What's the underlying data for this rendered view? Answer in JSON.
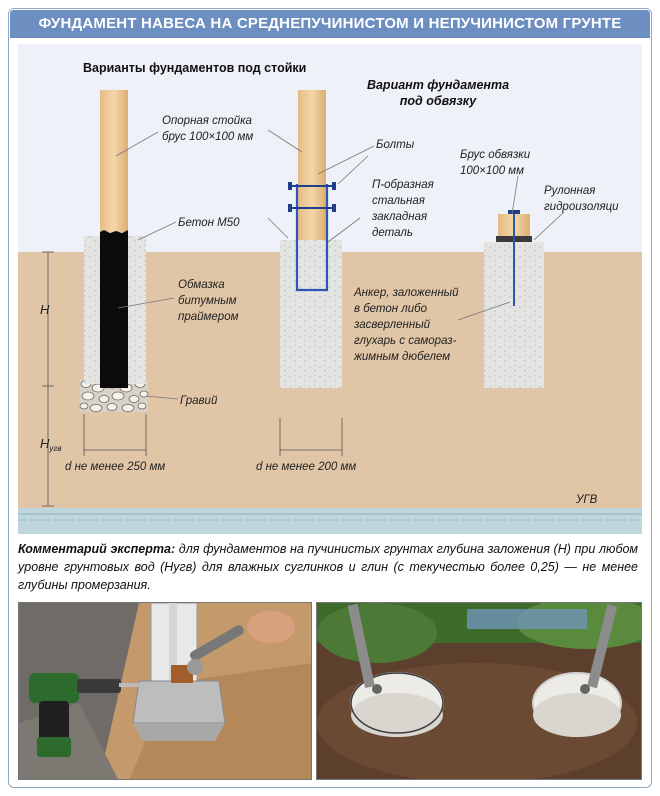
{
  "title": "ФУНДАМЕНТ НАВЕСА НА СРЕДНЕПУЧИНИСТОМ И НЕПУЧИНИСТОМ ГРУНТЕ",
  "diagram": {
    "heading_posts": "Варианты фундаментов под стойки",
    "heading_frame_1": "Вариант фундамента",
    "heading_frame_2": "под обвязку",
    "labels": {
      "post_1": "Опорная стойка",
      "post_2": "брус 100×100 мм",
      "concrete": "Бетон М50",
      "coating_1": "Обмазка",
      "coating_2": "битумным",
      "coating_3": "праймером",
      "gravel": "Гравий",
      "bolts": "Болты",
      "bracket_1": "П-образная",
      "bracket_2": "стальная",
      "bracket_3": "закладная",
      "bracket_4": "деталь",
      "anchor_1": "Анкер, заложенный",
      "anchor_2": "в бетон либо",
      "anchor_3": "засверленный",
      "anchor_4": "глухарь с самораз-",
      "anchor_5": "жимным дюбелем",
      "beam_1": "Брус обвязки",
      "beam_2": "100×100 мм",
      "roll_1": "Рулонная",
      "roll_2": "гидроизоляци",
      "H": "H",
      "Hugv_main": "H",
      "Hugv_sub": "угв",
      "d1": "d не менее 250 мм",
      "d2": "d не менее 200 мм",
      "ugv": "УГВ"
    }
  },
  "comment": {
    "lead": "Комментарий эксперта:",
    "text": " для фундаментов на пучинистых грунтах глубина заложения (H) при любом уровне грунтовых вод (Нугв) для влажных суглинков и глин (с текучестью более 0,25) — не менее глубины промерзания."
  },
  "colors": {
    "title_bg": "#6d8ec0",
    "soil": "#e0c5a6",
    "sky": "#eef1f7",
    "concrete": "#e4e4e2",
    "wood": "#ecc898",
    "water": "#bfd6dd"
  }
}
